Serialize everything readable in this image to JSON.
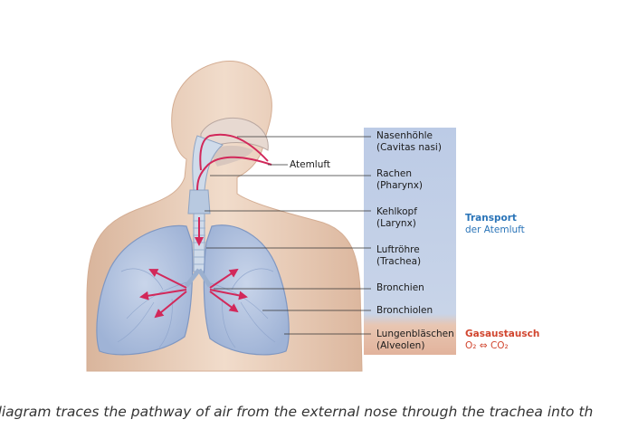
{
  "figure": {
    "labels": [
      {
        "text": "Nasenhöhle",
        "sub": "(Cavitas nasi)"
      },
      {
        "text": "Rachen",
        "sub": "(Pharynx)"
      },
      {
        "text": "Kehlkopf",
        "sub": "(Larynx)"
      },
      {
        "text": "Luftröhre",
        "sub": "(Trachea)"
      },
      {
        "text": "Bronchien",
        "sub": ""
      },
      {
        "text": "Bronchiolen",
        "sub": ""
      },
      {
        "text": "Lungenbläschen",
        "sub": "(Alveolen)"
      }
    ],
    "air_label": "Atemluft",
    "transport": {
      "title": "Transport",
      "subtitle": "der Atemluft"
    },
    "gas_exchange": {
      "title": "Gasaustausch",
      "formula": "O₂ ⇔ CO₂"
    },
    "colors": {
      "transport_band": "#b9cbe6",
      "gas_band": "#e3b7a0",
      "arrow": "#d2285a",
      "transport_text": "#2a74b8",
      "gas_text": "#d1452e"
    }
  },
  "caption": "diagram traces the pathway of air from the external nose through the trachea into th"
}
